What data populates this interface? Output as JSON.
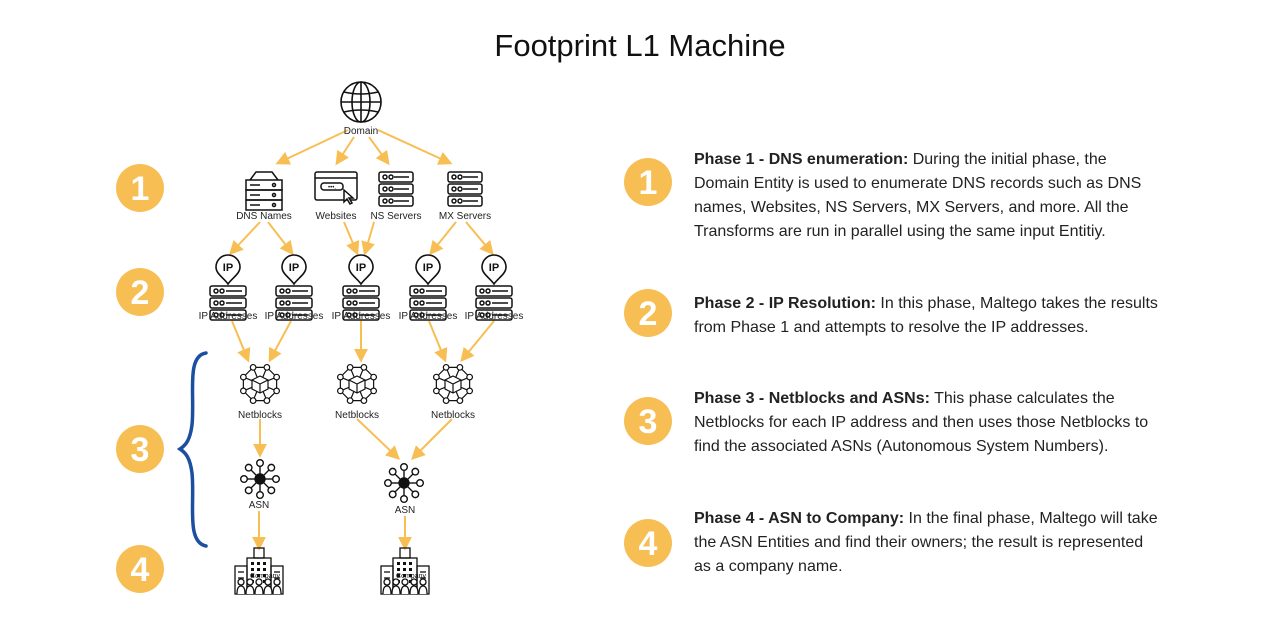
{
  "title": "Footprint L1 Machine",
  "colors": {
    "badge": "#F7BE54",
    "arrow": "#F7BE54",
    "brace": "#1B4FA0",
    "icon": "#111111"
  },
  "badges": [
    "1",
    "2",
    "3",
    "4"
  ],
  "nodes": {
    "domain": {
      "label": "Domain",
      "icon": "globe-icon"
    },
    "dns_names": {
      "label": "DNS Names",
      "icon": "server-icon"
    },
    "websites": {
      "label": "Websites",
      "icon": "browser-window-icon"
    },
    "ns_servers": {
      "label": "NS Servers",
      "icon": "server-stack-icon"
    },
    "mx_servers": {
      "label": "MX Servers",
      "icon": "server-stack-icon"
    },
    "ip_label": "IP",
    "ip_addresses": [
      "IP Addresses",
      "IP Addresses",
      "IP Addresses",
      "IP Addresses",
      "IP Addresses"
    ],
    "netblocks": [
      "Netblocks",
      "Netblocks",
      "Netblocks"
    ],
    "asn": [
      "ASN",
      "ASN"
    ],
    "company": {
      "icon": "company-building-icon",
      "overlay_label": "Company"
    }
  },
  "phases": [
    {
      "badge": "1",
      "heading": "Phase 1 - DNS enumeration:",
      "text": "  During the initial phase, the Domain Entity is used to enumerate DNS records such as DNS names, Websites, NS Servers, MX Servers, and more. All the Transforms are run in parallel using the same input Entitiy."
    },
    {
      "badge": "2",
      "heading": "Phase 2 - IP Resolution:",
      "text": " In this phase, Maltego takes the results from Phase 1 and attempts to resolve the IP addresses."
    },
    {
      "badge": "3",
      "heading": "Phase 3 - Netblocks and ASNs:",
      "text": " This phase calculates the Netblocks for each IP address and then uses those Netblocks to find the associated ASNs (Autonomous System Numbers)."
    },
    {
      "badge": "4",
      "heading": "Phase 4 - ASN to Company:",
      "text": " In the final phase, Maltego will take the ASN Entities and find their owners; the result is represented as a company name."
    }
  ]
}
